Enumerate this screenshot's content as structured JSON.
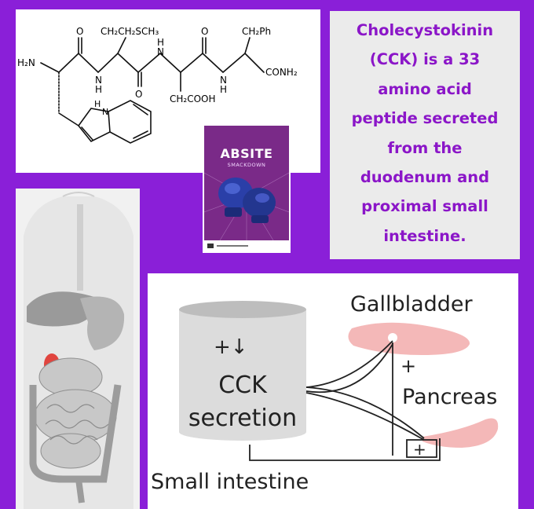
{
  "structure": {
    "labels": {
      "h2n": "H₂N",
      "o1": "O",
      "side1": "CH₂CH₂SCH₃",
      "o2": "O",
      "side2": "CH₂Ph",
      "n_h1": "N",
      "h1": "H",
      "n_h2": "N",
      "h2": "H",
      "n_h3": "N",
      "h3": "H",
      "conh2": "CONH₂",
      "o3": "O",
      "ch2cooh": "CH₂COOH",
      "indole_h": "H",
      "indole_n": "N"
    }
  },
  "description": {
    "lines": [
      "Cholecystokinin",
      "(CCK) is a 33",
      "amino acid",
      "peptide secreted",
      "from the",
      "duodenum and",
      "proximal small",
      "intestine."
    ],
    "color": "#8b16c8"
  },
  "book": {
    "title": "ABSITE",
    "subtitle": "SMACKDOWN"
  },
  "diagram": {
    "cck_sign": "+↓",
    "cck_label_1": "CCK",
    "cck_label_2": "secretion",
    "gallbladder": "Gallbladder",
    "pancreas": "Pancreas",
    "small_intestine": "Small intestine",
    "plus_gallbladder": "+",
    "plus_box": "+"
  },
  "colors": {
    "background": "#8a1fd8",
    "organ_pink": "#f4b8b8",
    "cylinder": "#dcdcdc"
  }
}
